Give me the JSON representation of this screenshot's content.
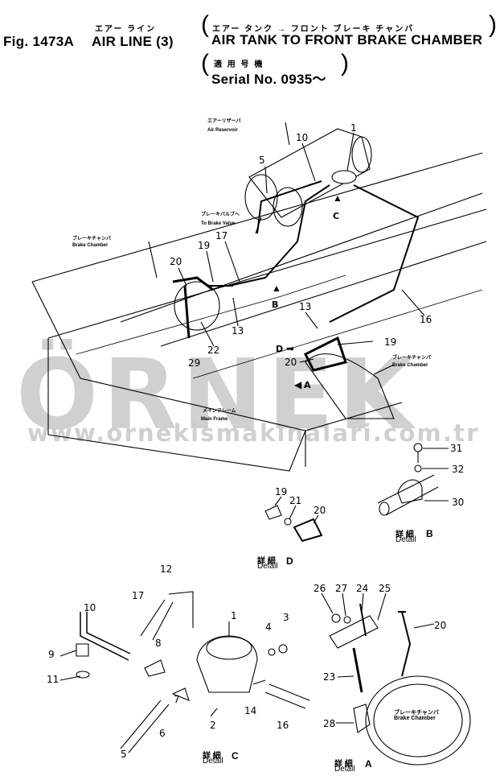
{
  "header": {
    "fig": "Fig. 1473A",
    "title_kana": "エアー ライン",
    "title": "AIR  LINE (3)",
    "subtitle_kana": "エアー タンク → フロント ブレーキ チャンバ",
    "subtitle": "AIR TANK TO FRONT BRAKE CHAMBER",
    "serial_kana": "適 用 号 機",
    "serial": "Serial No. 0935～"
  },
  "watermark": {
    "brand": "ÖRNEK",
    "url": "www.ornekismakinalari.com.tr",
    "accent_color": "#f2c21b"
  },
  "annotations": {
    "air_reservoir_kana": "エアーリザーバ",
    "air_reservoir": "Air Reservoir",
    "to_brake_valve_kana": "ブレーキバルブへ",
    "to_brake_valve": "To Brake Valve",
    "brake_chamber_kana": "ブレーキチャンバ",
    "brake_chamber": "Brake Chamber",
    "main_frame_kana": "メインフレーム",
    "main_frame": "Main Frame"
  },
  "view_markers": [
    "A",
    "B",
    "C",
    "D"
  ],
  "callouts": {
    "main": [
      "10",
      "1",
      "5",
      "17",
      "19",
      "20",
      "13",
      "22",
      "29",
      "13",
      "19",
      "20",
      "16"
    ],
    "detail_b": [
      "31",
      "32",
      "30"
    ],
    "detail_d": [
      "19",
      "21",
      "20"
    ],
    "detail_c": [
      "12",
      "17",
      "10",
      "9",
      "11",
      "8",
      "1",
      "4",
      "3",
      "7",
      "6",
      "2",
      "14",
      "16",
      "5"
    ],
    "detail_a": [
      "26",
      "27",
      "24",
      "25",
      "20",
      "23",
      "28"
    ]
  },
  "details": {
    "kanji": "詳 細",
    "label": "Detail",
    "b": "B",
    "d": "D",
    "c": "C",
    "a": "A"
  }
}
